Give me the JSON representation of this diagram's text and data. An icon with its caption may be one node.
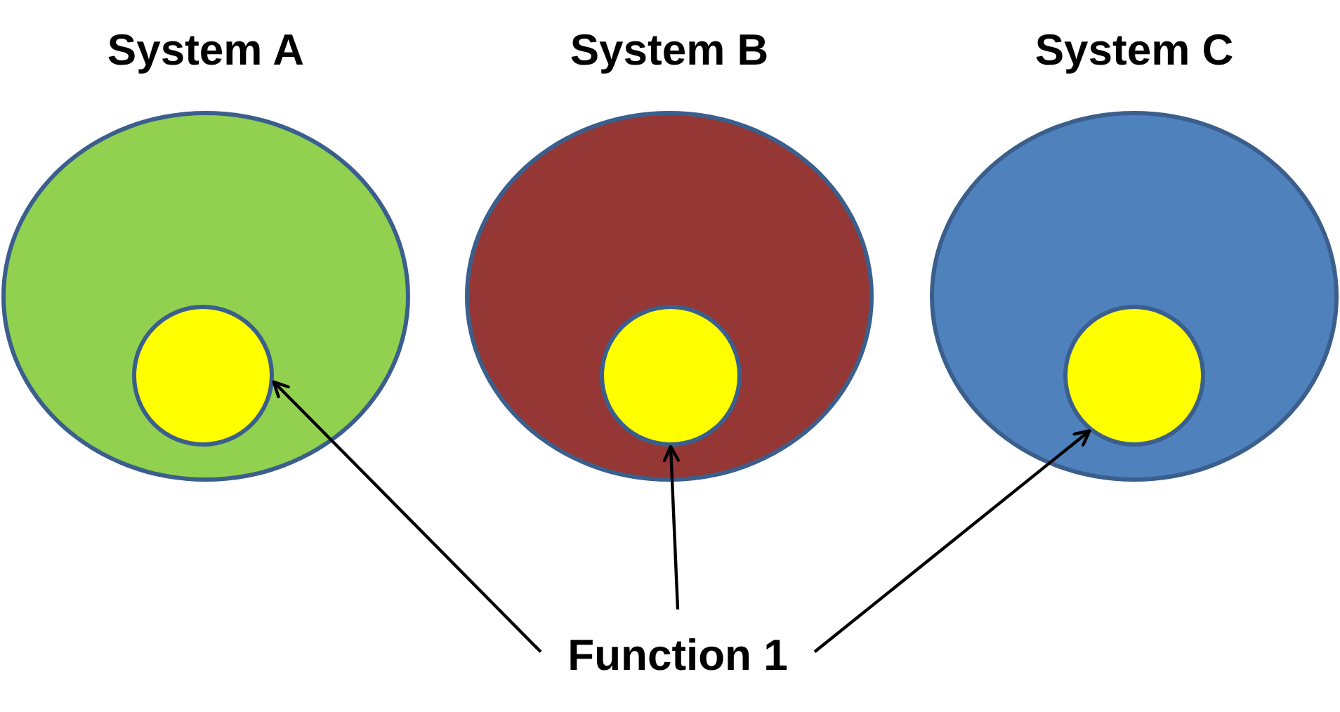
{
  "diagram": {
    "nodes": [
      {
        "text": [
          "System A"
        ]
      },
      {
        "text": [],
        "shape": "circle",
        "in": 0
      },
      {
        "text": [
          "System B"
        ]
      },
      {
        "text": [],
        "shape": "circle",
        "in": 2
      },
      {
        "text": [
          "System C"
        ]
      },
      {
        "text": [],
        "shape": "circle",
        "in": 4
      },
      {
        "text": [
          "Function 1"
        ]
      }
    ],
    "edges": [
      {
        "from": 6,
        "to": 1,
        "arrow": "to"
      },
      {
        "from": 6,
        "to": 3,
        "arrow": "to"
      },
      {
        "from": 6,
        "to": 5,
        "arrow": "to"
      }
    ]
  }
}
